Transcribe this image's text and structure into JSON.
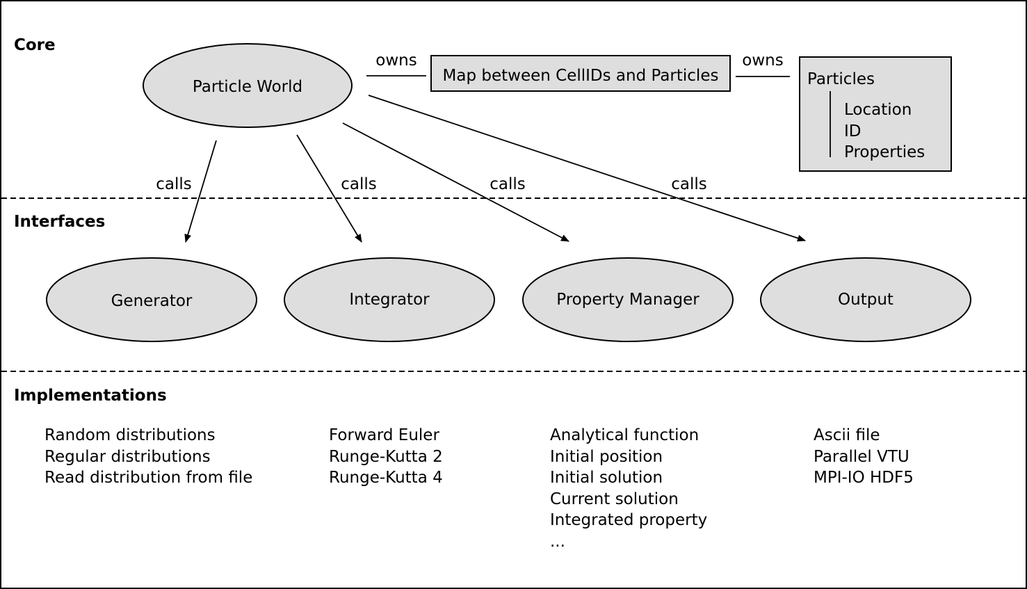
{
  "sections": {
    "core": "Core",
    "interfaces": "Interfaces",
    "implementations": "Implementations"
  },
  "core": {
    "particle_world": "Particle World",
    "map": "Map between CellIDs and Particles",
    "particles": {
      "title": "Particles",
      "fields": [
        "Location",
        "ID",
        "Properties"
      ]
    }
  },
  "edges": {
    "owns": "owns",
    "calls": "calls"
  },
  "interfaces": {
    "generator": "Generator",
    "integrator": "Integrator",
    "property_manager": "Property Manager",
    "output": "Output"
  },
  "implementations": {
    "generator": [
      "Random distributions",
      "Regular distributions",
      "Read distribution from file"
    ],
    "integrator": [
      "Forward Euler",
      "Runge-Kutta 2",
      "Runge-Kutta 4"
    ],
    "property_manager": [
      "Analytical function",
      "Initial position",
      "Initial solution",
      "Current solution",
      "Integrated property",
      "..."
    ],
    "output": [
      "Ascii file",
      "Parallel VTU",
      "MPI-IO HDF5"
    ]
  }
}
